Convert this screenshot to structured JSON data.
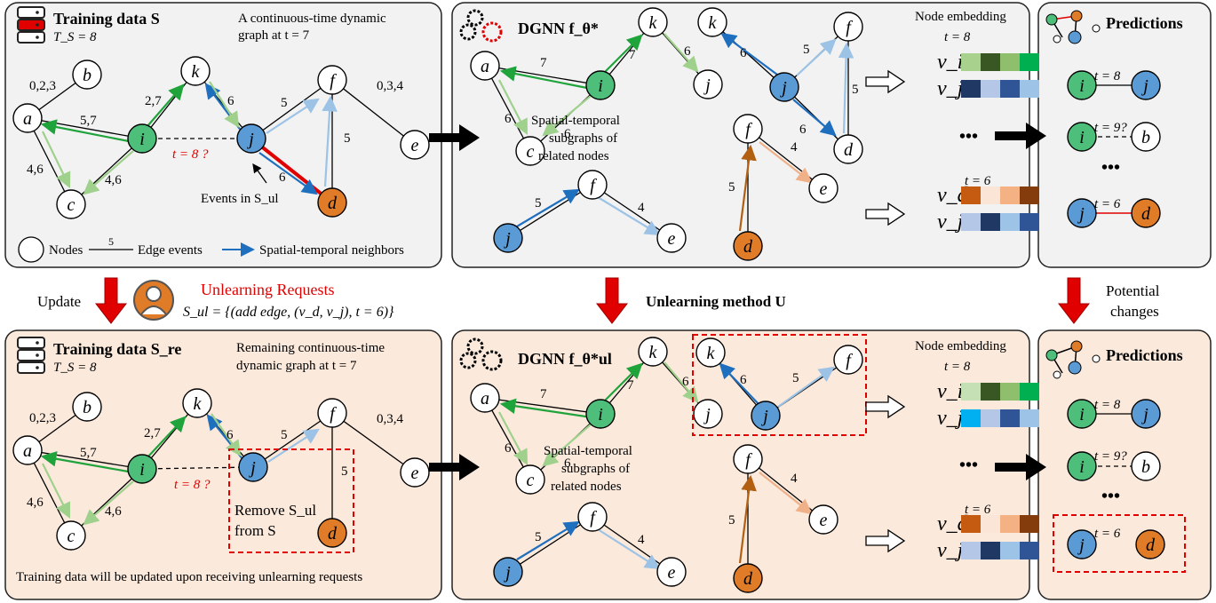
{
  "top": {
    "train_title": "Training data S",
    "ts": "T_S = 8",
    "graph_desc1": "A continuous-time dynamic",
    "graph_desc2": "graph at t = 7",
    "t8q": "t = 8 ?",
    "events_label": "Events in S_ul",
    "legend_nodes": "Nodes",
    "legend_edge_num": "5",
    "legend_edge": "Edge events",
    "legend_neighbors": "Spatial-temporal neighbors",
    "dgnn_title": "DGNN f_θ*",
    "subgraphs1": "Spatial-temporal",
    "subgraphs2": "subgraphs of",
    "subgraphs3": "related nodes",
    "node_embedding": "Node embedding",
    "t8": "t = 8",
    "t6": "t = 6",
    "vi": "v_i",
    "vj": "v_j",
    "vd": "v_d",
    "vj2": "v_j",
    "dots": "•••",
    "pred_title": "Predictions",
    "pred_t8": "t = 8",
    "pred_t9": "t = 9?",
    "pred_t6": "t = 6"
  },
  "middle": {
    "update": "Update",
    "unlearn_req": "Unlearning Requests",
    "sul_formula": "S_ul = {(add edge, (v_d, v_j), t = 6)}",
    "unlearn_method": "Unlearning method U",
    "potential1": "Potential",
    "potential2": "changes"
  },
  "bottom": {
    "train_title": "Training data S_re",
    "ts": "T_S = 8",
    "graph_desc1": "Remaining continuous-time",
    "graph_desc2": "dynamic graph at t = 7",
    "t8q": "t = 8 ?",
    "remove1": "Remove S_ul",
    "remove2": "from S",
    "footer": "Training data will be updated upon receiving unlearning requests",
    "dgnn_title": "DGNN f_θ*ul",
    "node_embedding": "Node embedding",
    "pred_title": "Predictions"
  },
  "edge_labels": {
    "ab": "0,2,3",
    "ai": "5,7",
    "ac": "4,6",
    "ic": "4,6",
    "ik": "2,7",
    "kj": "6",
    "jf": "5",
    "fd": "5",
    "fe": "0,3,4",
    "jd": "6"
  },
  "colors": {
    "green_node": "#4dbf7a",
    "blue_node": "#5b9bd5",
    "orange_node": "#e07b28",
    "panel_top": "#f2f2f2",
    "panel_bottom": "#fbe9dc",
    "red": "#e00000"
  }
}
